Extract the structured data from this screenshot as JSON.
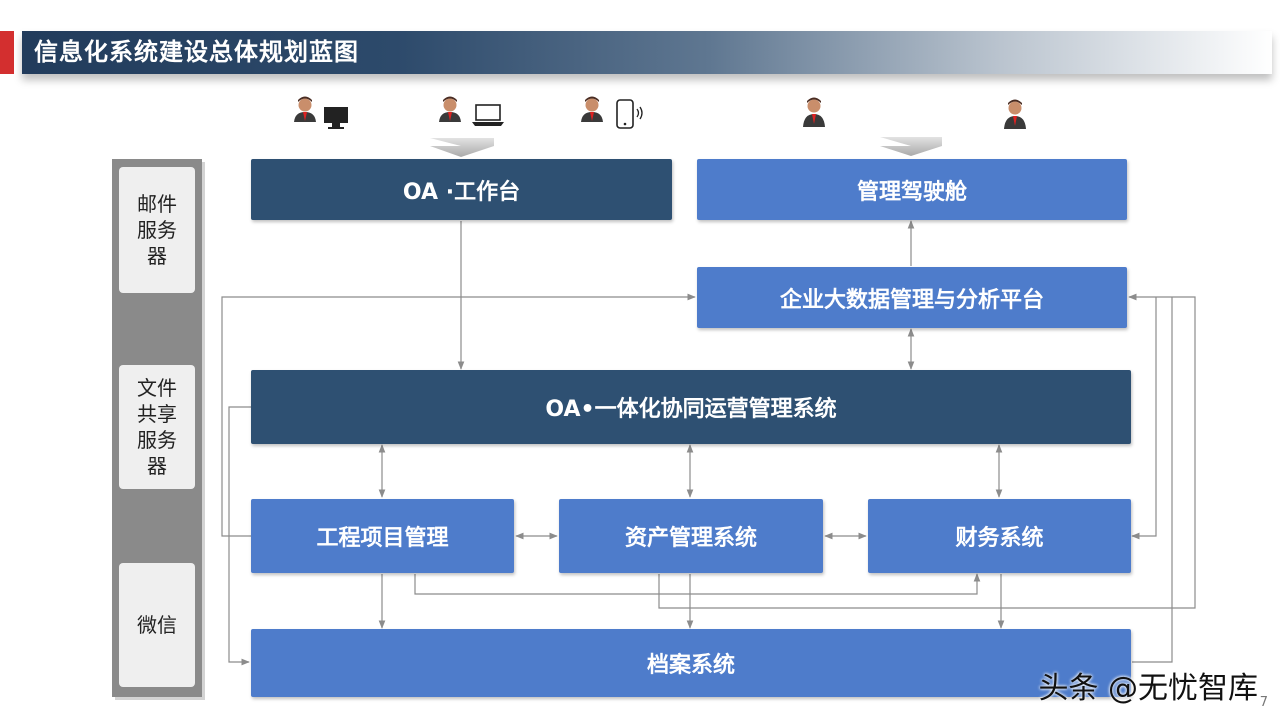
{
  "title": "信息化系统建设总体规划蓝图",
  "sidebar": {
    "items": [
      {
        "label": "邮件服务器"
      },
      {
        "label": "文件共享服务器"
      },
      {
        "label": "微信"
      }
    ]
  },
  "users": {
    "desktop": "desktop-user",
    "laptop": "laptop-user",
    "mobile": "mobile-user",
    "manager1": "manager-user",
    "manager2": "manager-user"
  },
  "nodes": {
    "oa_workbench": "OA ·工作台",
    "cockpit": "管理驾驶舱",
    "bigdata": "企业大数据管理与分析平台",
    "oa_system": "OA•一体化协同运营管理系统",
    "project": "工程项目管理",
    "asset": "资产管理系统",
    "finance": "财务系统",
    "archive": "档案系统"
  },
  "colors": {
    "dark_box": "#2e5072",
    "blue_box": "#4e7ccb",
    "accent": "#d32f2f",
    "line": "#8c8c8c"
  },
  "watermark": "头条 @无忧智库",
  "page_number": "7"
}
